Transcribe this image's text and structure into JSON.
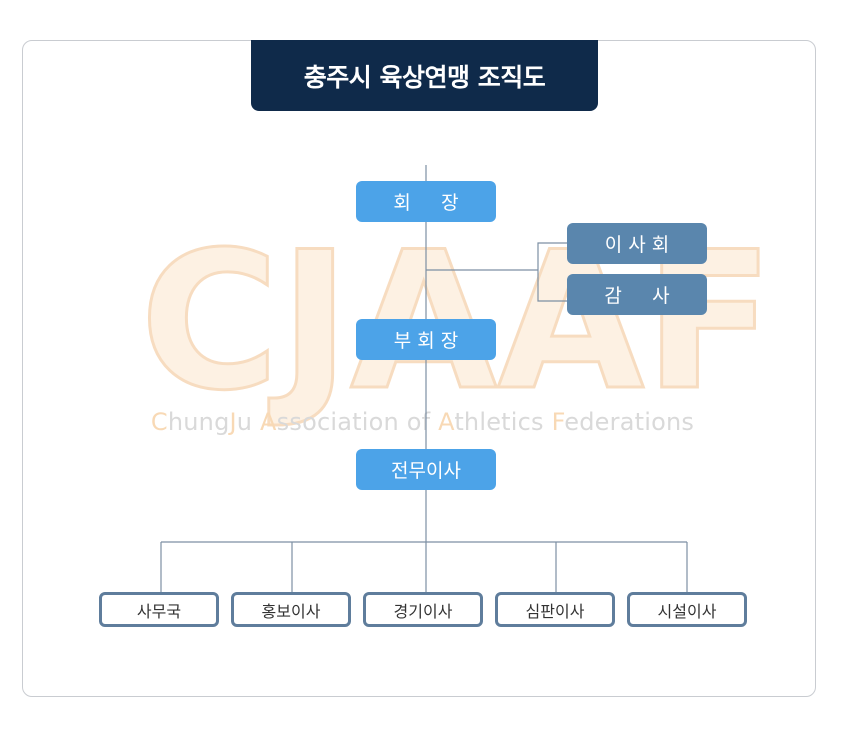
{
  "title": "충주시 육상연맹 조직도",
  "watermark": {
    "letters": [
      "C",
      "J",
      "A",
      "A",
      "F"
    ],
    "tagline": [
      {
        "text": "C",
        "hl": true
      },
      {
        "text": "hung",
        "hl": false
      },
      {
        "text": "J",
        "hl": true
      },
      {
        "text": "u ",
        "hl": false
      },
      {
        "text": "A",
        "hl": true
      },
      {
        "text": "ssociation of ",
        "hl": false
      },
      {
        "text": "A",
        "hl": true
      },
      {
        "text": "thletics ",
        "hl": false
      },
      {
        "text": "F",
        "hl": true
      },
      {
        "text": "ederations",
        "hl": false
      }
    ]
  },
  "nodes": {
    "chairman": "회     장",
    "board": "이 사 회",
    "auditor": "감     사",
    "vice_chairman": "부 회 장",
    "managing_director": "전무이사",
    "bottom": [
      "사무국",
      "홍보이사",
      "경기이사",
      "심판이사",
      "시설이사"
    ]
  },
  "colors": {
    "title_bg": "#0f2a4a",
    "primary_node": "#4ca3e8",
    "secondary_node": "#5a86ad",
    "outline_border": "#5f7d9c",
    "connector": "#7d8fa3"
  }
}
